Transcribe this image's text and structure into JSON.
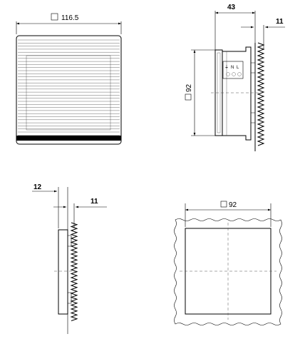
{
  "dimensions": {
    "front_width": "116.5",
    "side_depth": "43",
    "side_offset_top": "11",
    "side_height": "92",
    "bottom_depth": "12",
    "bottom_offset": "11",
    "cutout_width": "92"
  },
  "terminal_labels": {
    "earth": "⏚",
    "neutral": "N",
    "line": "L"
  }
}
